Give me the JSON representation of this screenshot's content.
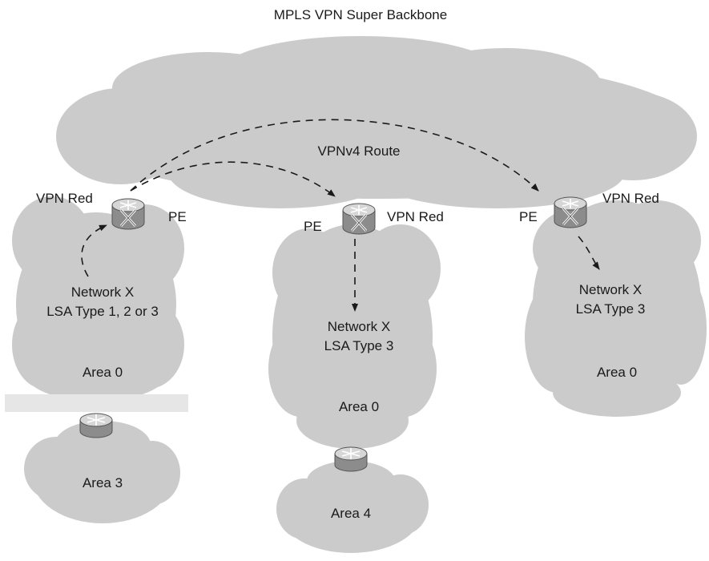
{
  "title": "MPLS VPN Super Backbone",
  "route_label": "VPNv4 Route",
  "colors": {
    "cloud": "#cbcbcb",
    "area_bar": "#e6e6e6",
    "router_top": "#d2d2d2",
    "router_body": "#8c8c8c",
    "arrow": "#1a1a1a"
  },
  "left_site": {
    "vpn_label": "VPN Red",
    "pe_label": "PE",
    "network": "Network X",
    "lsa": "LSA Type 1, 2 or 3",
    "area": "Area 0"
  },
  "left_sub": {
    "area": "Area 3"
  },
  "middle_site": {
    "vpn_label": "VPN Red",
    "pe_label": "PE",
    "network": "Network X",
    "lsa": "LSA Type 3",
    "area": "Area 0"
  },
  "middle_sub": {
    "area": "Area 4"
  },
  "right_site": {
    "vpn_label": "VPN Red",
    "pe_label": "PE",
    "network": "Network X",
    "lsa": "LSA Type 3",
    "area": "Area 0"
  },
  "icons": {
    "pe_router": "router-x-icon",
    "ce_router": "router-icon"
  }
}
